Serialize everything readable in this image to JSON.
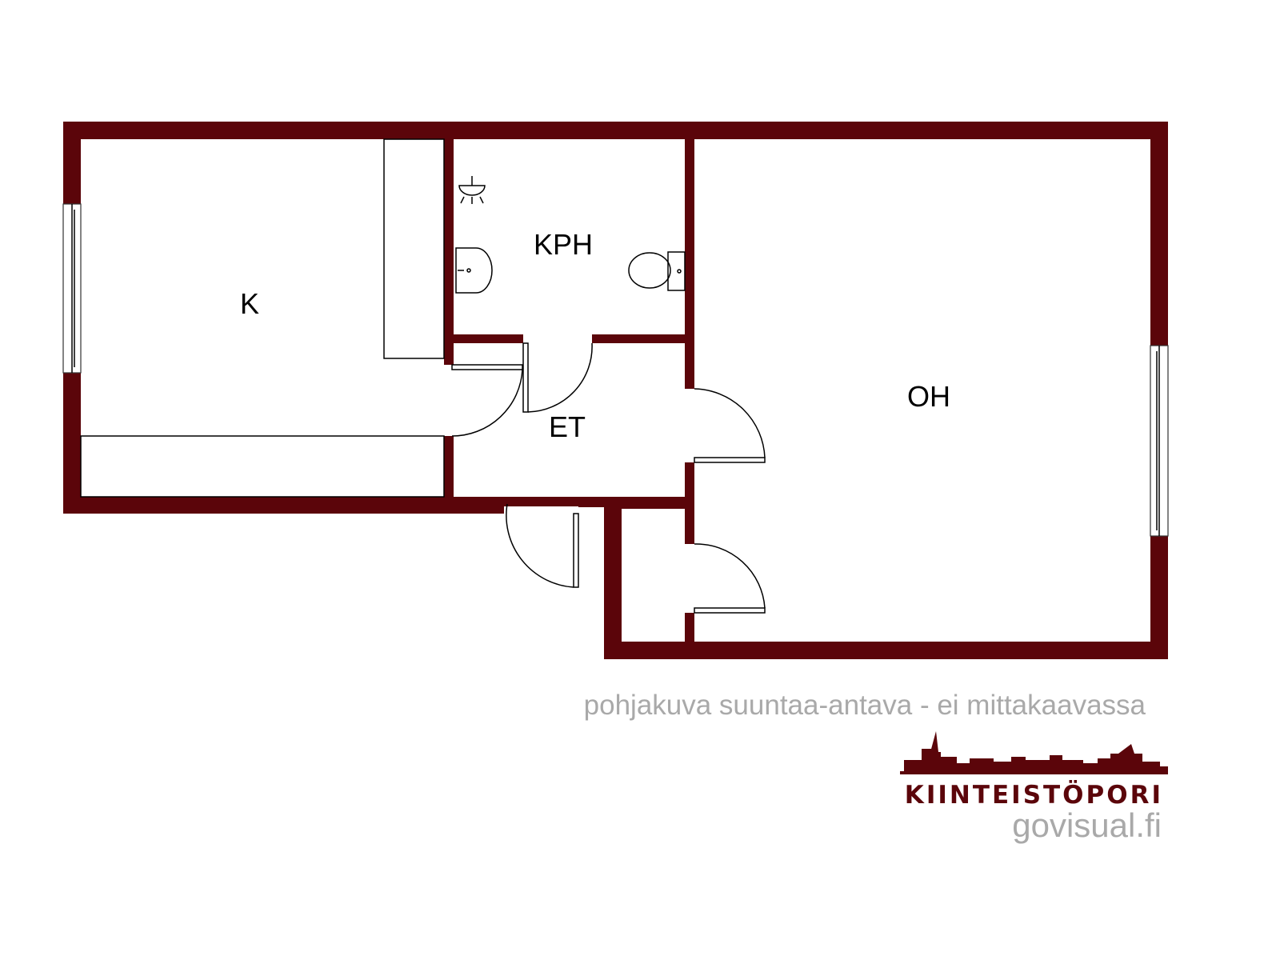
{
  "rooms": {
    "kitchen": "K",
    "bathroom": "KPH",
    "hall": "ET",
    "living_room": "OH"
  },
  "caption": "pohjakuva suuntaa-antava - ei mittakaavassa",
  "brand": {
    "name": "KIINTEISTÖPORI",
    "website": "govisual.fi"
  },
  "colors": {
    "wall": "#5b050a",
    "caption": "#a9a9a9",
    "background": "#ffffff"
  }
}
